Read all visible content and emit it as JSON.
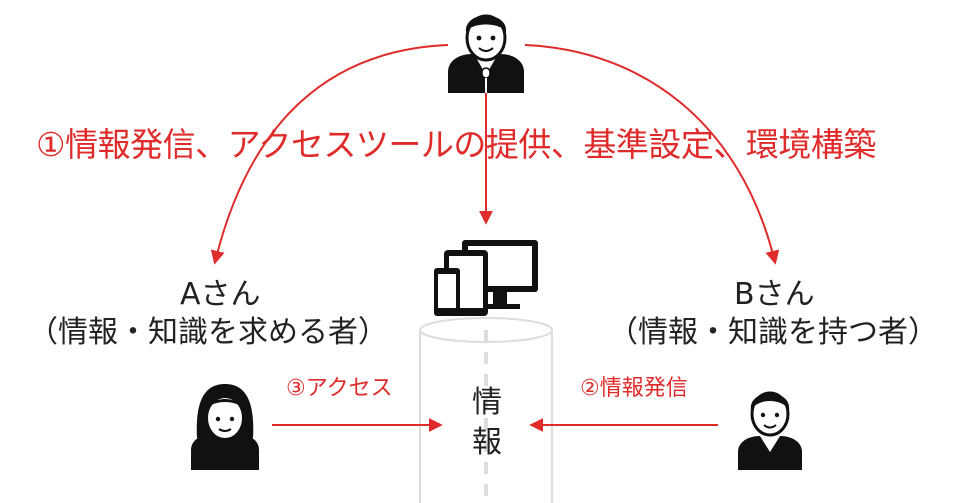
{
  "top_label": "①情報発信、アクセスツールの提供、基準設定、環境構築",
  "person_a": {
    "name": "Aさん",
    "role": "（情報・知識を求める者）"
  },
  "person_b": {
    "name": "Bさん",
    "role": "（情報・知識を持つ者）"
  },
  "step_access": "③アクセス",
  "step_publish": "②情報発信",
  "storage_label_1": "情",
  "storage_label_2": "報",
  "colors": {
    "accent_red": "#e02b2b",
    "ink": "#222222",
    "storage_stroke": "#dddddd"
  },
  "icons": [
    "presenter-icon",
    "devices-icon",
    "woman-icon",
    "man-icon"
  ]
}
